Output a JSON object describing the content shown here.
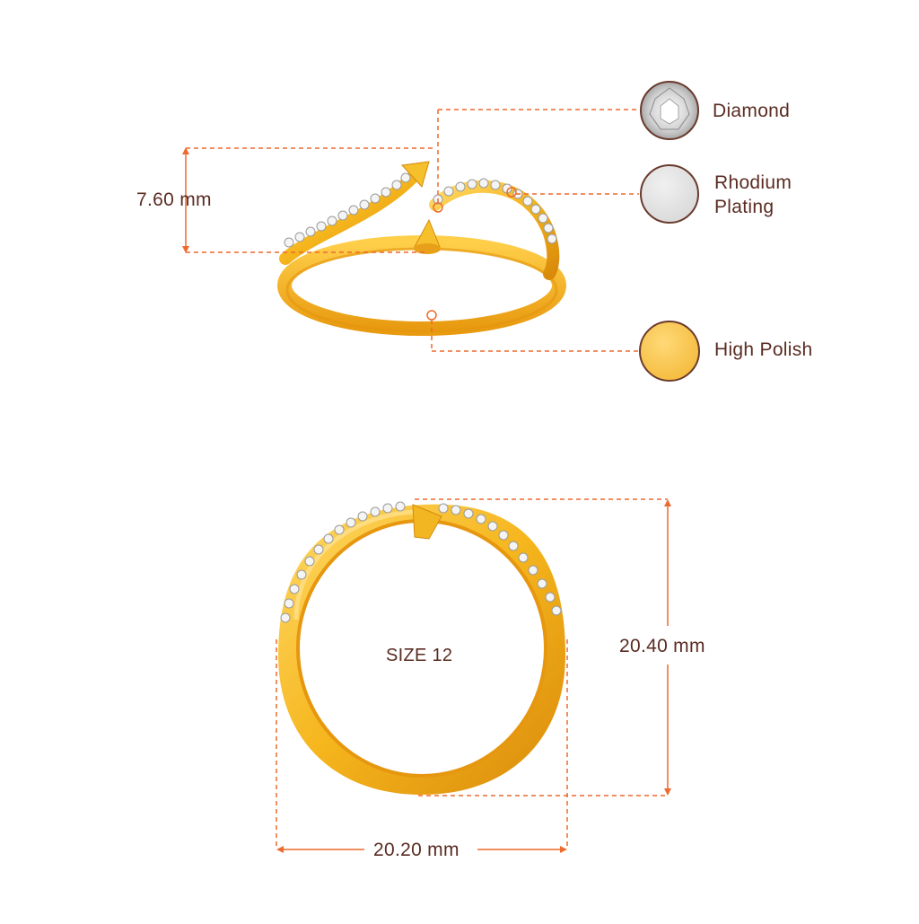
{
  "dimensions": {
    "top_height": "7.60 mm",
    "ring_height": "20.40 mm",
    "ring_width": "20.20 mm"
  },
  "size_label": "SIZE 12",
  "materials": [
    {
      "label": "Diamond",
      "swatch": "diamond-swatch-icon",
      "color": "#e8e8e8"
    },
    {
      "label": "Rhodium Plating",
      "swatch": "rhodium-swatch-icon",
      "color": "#e3e3e3"
    },
    {
      "label": "High Polish",
      "swatch": "gold-swatch-icon",
      "color": "#f8c445"
    }
  ],
  "colors": {
    "dimension_line": "#ee6a2e",
    "text": "#5a2c22",
    "gold": "#f5b51c",
    "gold_dark": "#d88c0a",
    "swatch_border": "#6b3b2e"
  }
}
